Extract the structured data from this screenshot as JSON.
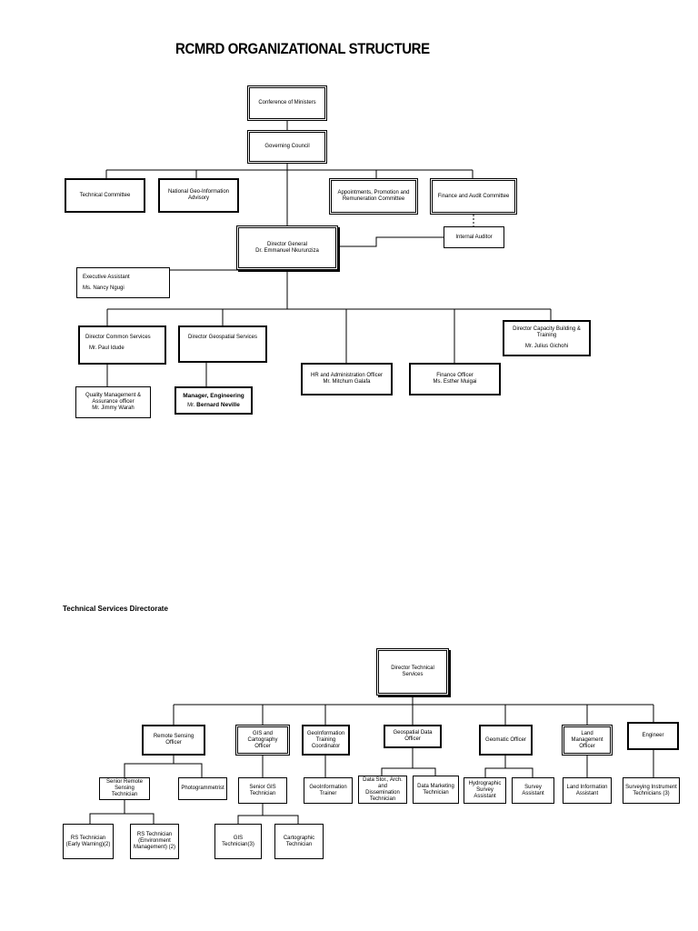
{
  "title": "RCMRD ORGANIZATIONAL STRUCTURE",
  "org": {
    "conference": "Conference of Ministers",
    "council": "Governing Council",
    "tech_committee": "Technical Committee",
    "geo_advisory": "National Geo-Information Advisory",
    "appointments": "Appointments, Promotion and Remuneration Committee",
    "finance_audit": "Finance and Audit Committee",
    "internal_auditor": "Internal Auditor",
    "dg_title": "Director General",
    "dg_name": "Dr.   Emmanuel Nkurunziza",
    "exec_title": "Executive Assistant",
    "exec_name": "Ms. Nancy Ngugi",
    "common_title": "Director Common Services",
    "common_name": "Mr. Paul Idude",
    "geospatial_title": "Director Geospatial Services",
    "capacity_title": "Director Capacity Building & Training",
    "capacity_name": "Mr.  Julius  Gichohi",
    "hr_title": "HR and Administration Officer",
    "hr_name": "Mr. Mitchum Galafa",
    "finance_title": "Finance Officer",
    "finance_name": "Ms. Esther Muigai",
    "quality": "Quality Management & Assurance officer",
    "quality_name": "Mr. Jimmy Warah",
    "eng_title": "Manager, Engineering",
    "eng_name_prefix": "Mr.",
    "eng_name": "Bernard Neville"
  },
  "section_title": "Technical Services Directorate",
  "tech": {
    "director": "Director Technical Services",
    "remote_sensing": "Remote Sensing Officer",
    "gis_carto": "GIS and Cartography Officer",
    "geoinfo_training": "GeoInformation Training Coordinator",
    "geospatial_data": "Geospatial Data Officer",
    "geomatic": "Geomatic Officer",
    "land_mgmt": "Land Management Officer",
    "engineer": "Engineer",
    "senior_rs": "Senior Remote Sensing Technician",
    "photogrammetrist": "Photogrammetrist",
    "senior_gis": "Senior GIS Technician",
    "geoinfo_trainer": "GeoInformation Trainer",
    "data_storage": "Data Stor., Arch. and Dissemination Technician",
    "data_marketing": "Data Marketing Technician",
    "hydrographic": "Hydrographic Survey Assistant",
    "survey_assistant": "Survey Assistant",
    "land_info": "Land Information Assistant",
    "surveying_instr": "Surveying Instrument Technicians (3)",
    "rs_early": "RS Technician (Early Warning)(2)",
    "rs_env": "RS Technician (Environment Management) (2)",
    "gis_tech": "GIS Technician(3)",
    "cartographic": "Cartographic Technician"
  }
}
